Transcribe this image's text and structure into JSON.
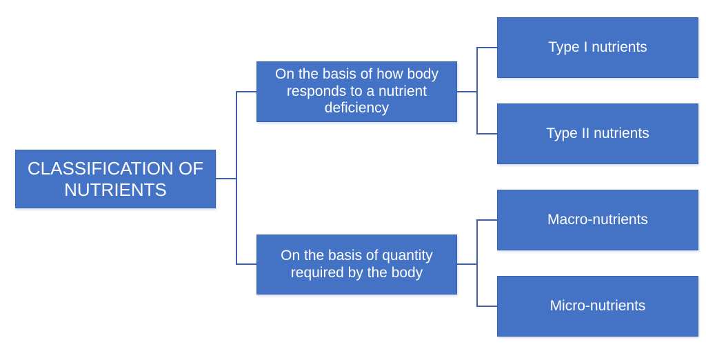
{
  "diagram": {
    "title": "CLASSIFICATION OF NUTRIENTS",
    "root": {
      "label": "CLASSIFICATION OF NUTRIENTS"
    },
    "branches": [
      {
        "label": "On the basis of how body responds to a nutrient deficiency",
        "children": [
          {
            "label": "Type I nutrients"
          },
          {
            "label": "Type II nutrients"
          }
        ]
      },
      {
        "label": "On the basis of quantity required by the body",
        "children": [
          {
            "label": "Macro-nutrients"
          },
          {
            "label": "Micro-nutrients"
          }
        ]
      }
    ],
    "colors": {
      "box_fill": "#4472C4",
      "box_border": "#3D61AC",
      "box_text": "#FFFFFF",
      "connector": "#3F5EA6",
      "background": "#FFFFFF"
    }
  }
}
